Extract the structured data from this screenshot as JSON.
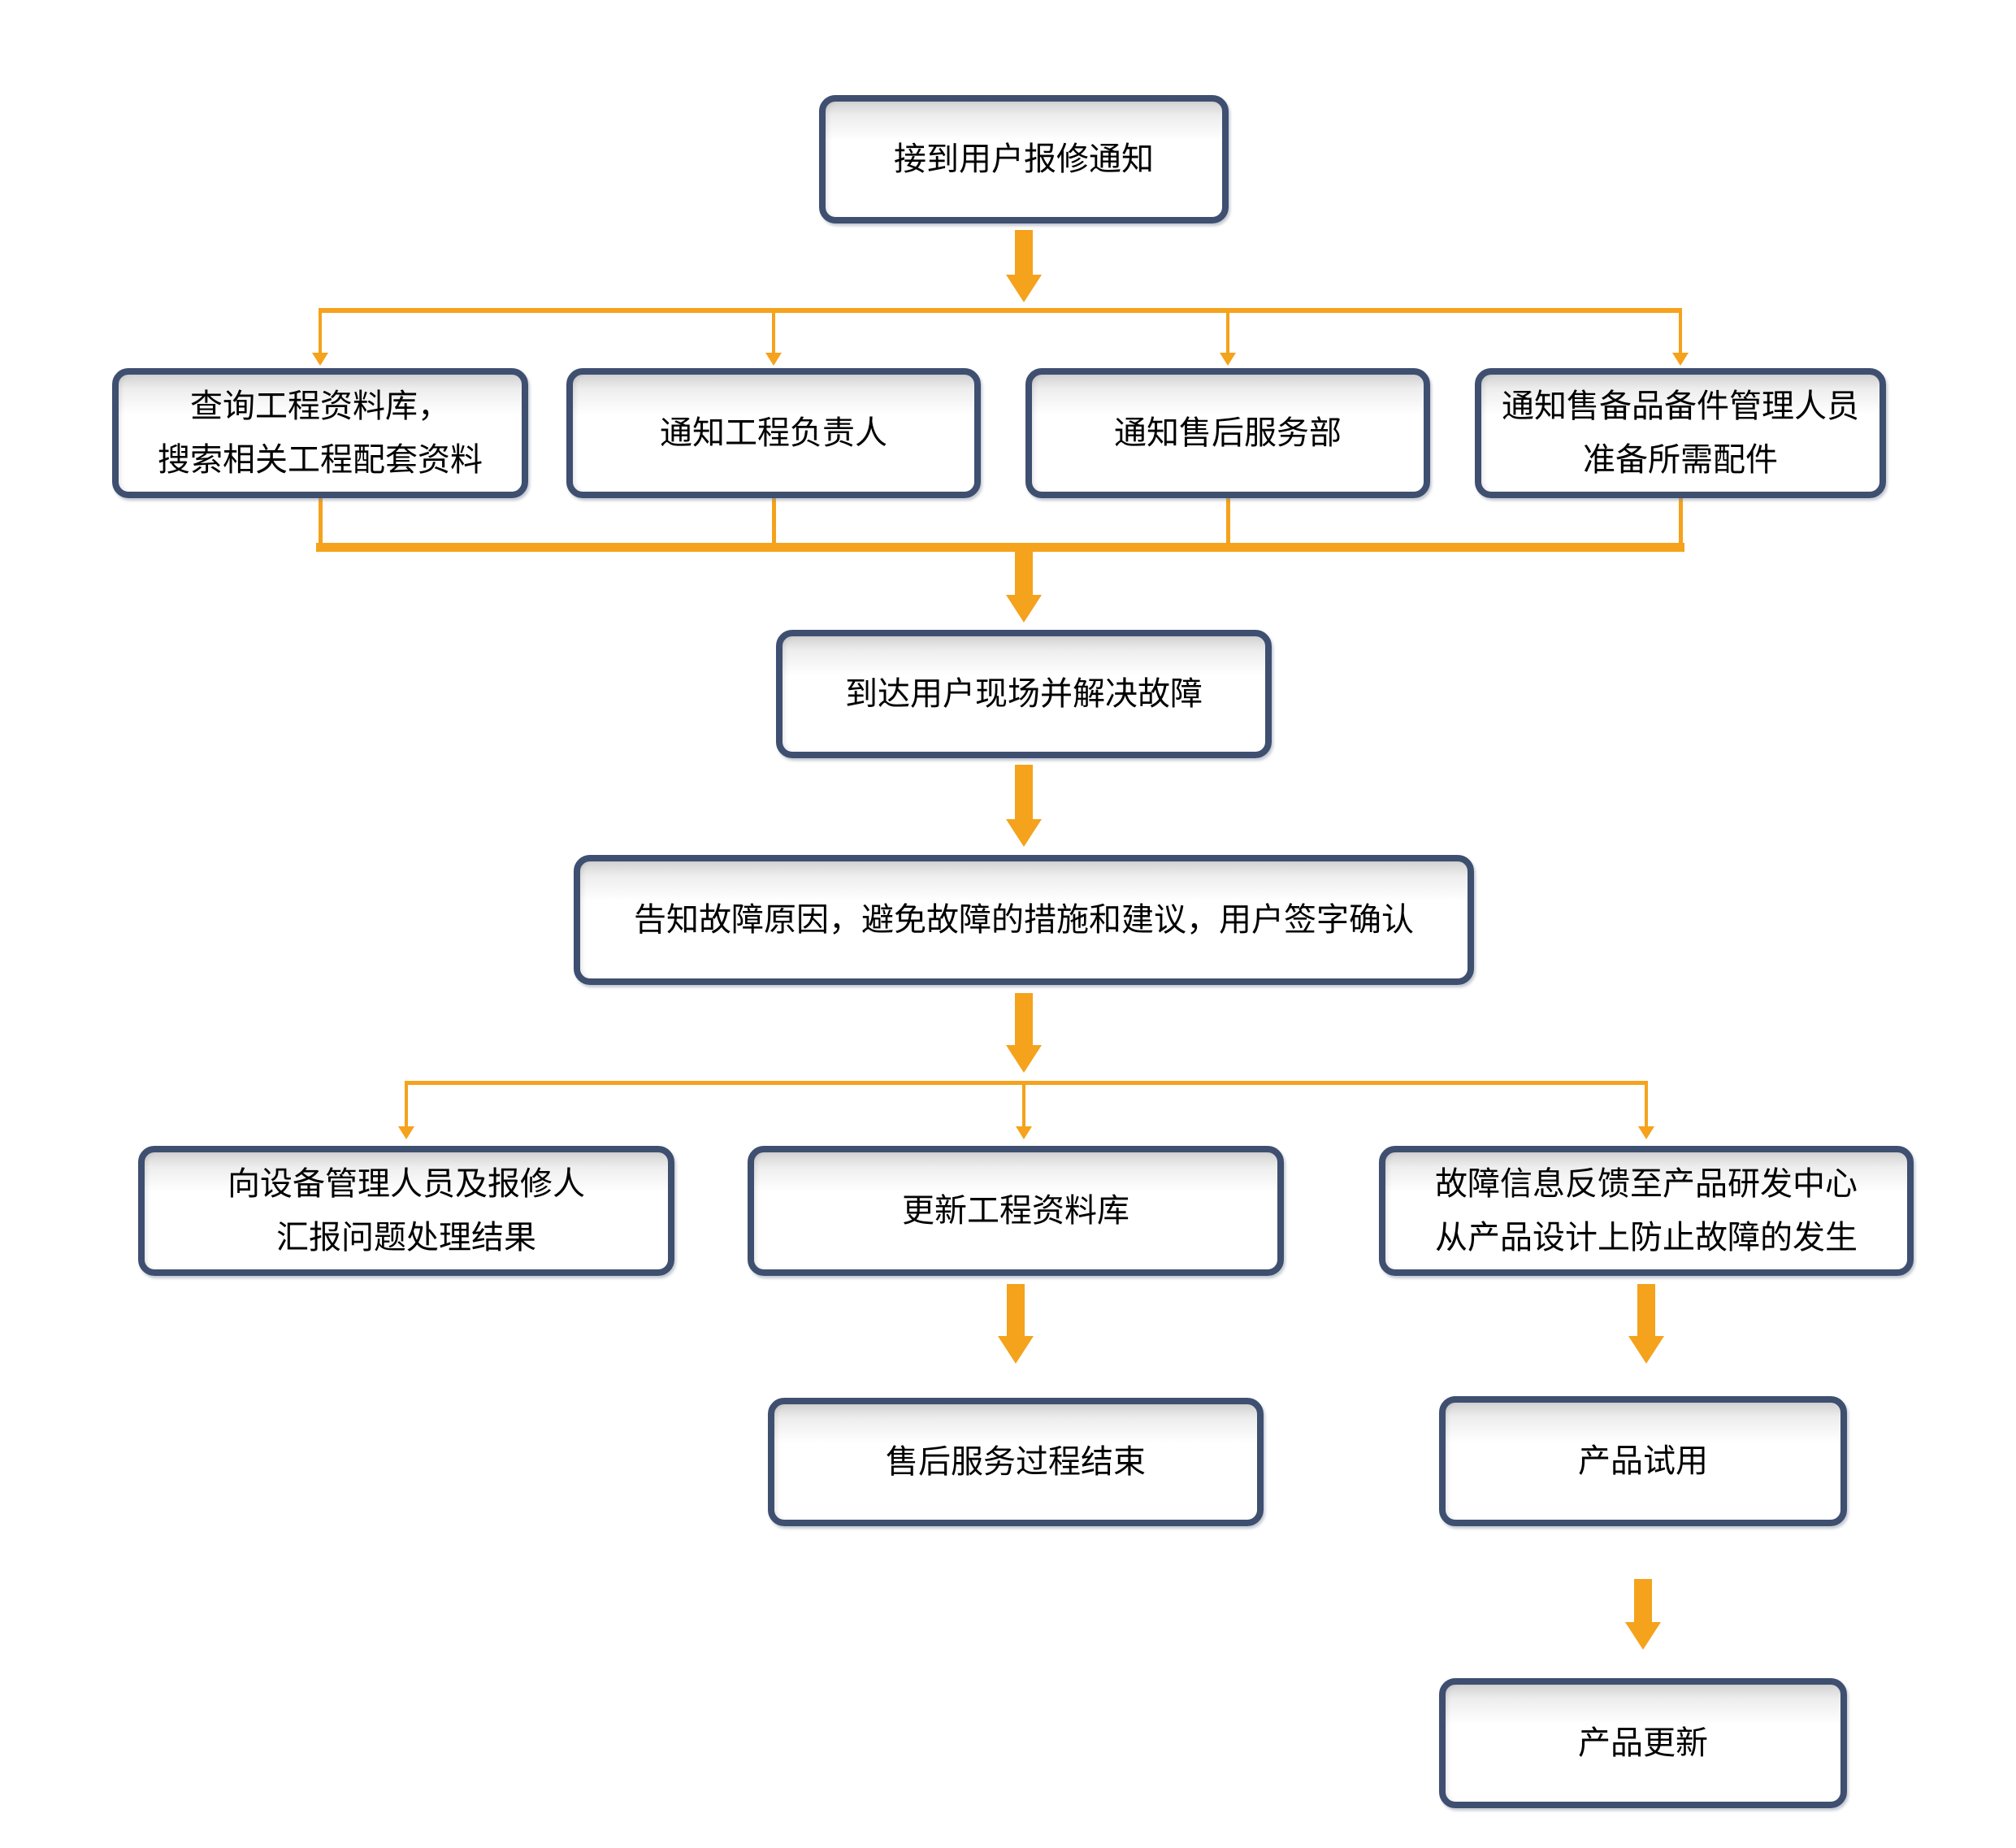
{
  "palette": {
    "box_border": "#3E4F70",
    "box_fill": "#FFFFFF",
    "box_fill_top_shade": "#D2D2D2",
    "connector_orange": "#F5A21C",
    "text_color": "#000000",
    "background": "#FFFFFF"
  },
  "flowchart": {
    "nodes": [
      {
        "id": "receive-repair-notice",
        "label": [
          "接到用户报修通知"
        ]
      },
      {
        "id": "query-engineering-database",
        "label": [
          "查询工程资料库，",
          "搜索相关工程配套资料"
        ]
      },
      {
        "id": "notify-project-leader",
        "label": [
          "通知工程负责人"
        ]
      },
      {
        "id": "notify-aftersales-dept",
        "label": [
          "通知售后服务部"
        ]
      },
      {
        "id": "notify-spareparts-manager",
        "label": [
          "通知售备品备件管理人员",
          "准备所需配件"
        ]
      },
      {
        "id": "arrive-onsite-resolve",
        "label": [
          "到达用户现场并解决故障"
        ]
      },
      {
        "id": "inform-cause-user-sign",
        "label": [
          "告知故障原因，避免故障的措施和建议，用户签字确认"
        ]
      },
      {
        "id": "report-handling-results",
        "label": [
          "向设备管理人员及报修人",
          "汇报问题处理结果"
        ]
      },
      {
        "id": "update-engineering-database",
        "label": [
          "更新工程资料库"
        ]
      },
      {
        "id": "feedback-to-rd-center",
        "label": [
          "故障信息反馈至产品研发中心",
          "从产品设计上防止故障的发生"
        ]
      },
      {
        "id": "aftersales-process-end",
        "label": [
          "售后服务过程结束"
        ]
      },
      {
        "id": "product-trial",
        "label": [
          "产品试用"
        ]
      },
      {
        "id": "product-update",
        "label": [
          "产品更新"
        ]
      }
    ]
  }
}
